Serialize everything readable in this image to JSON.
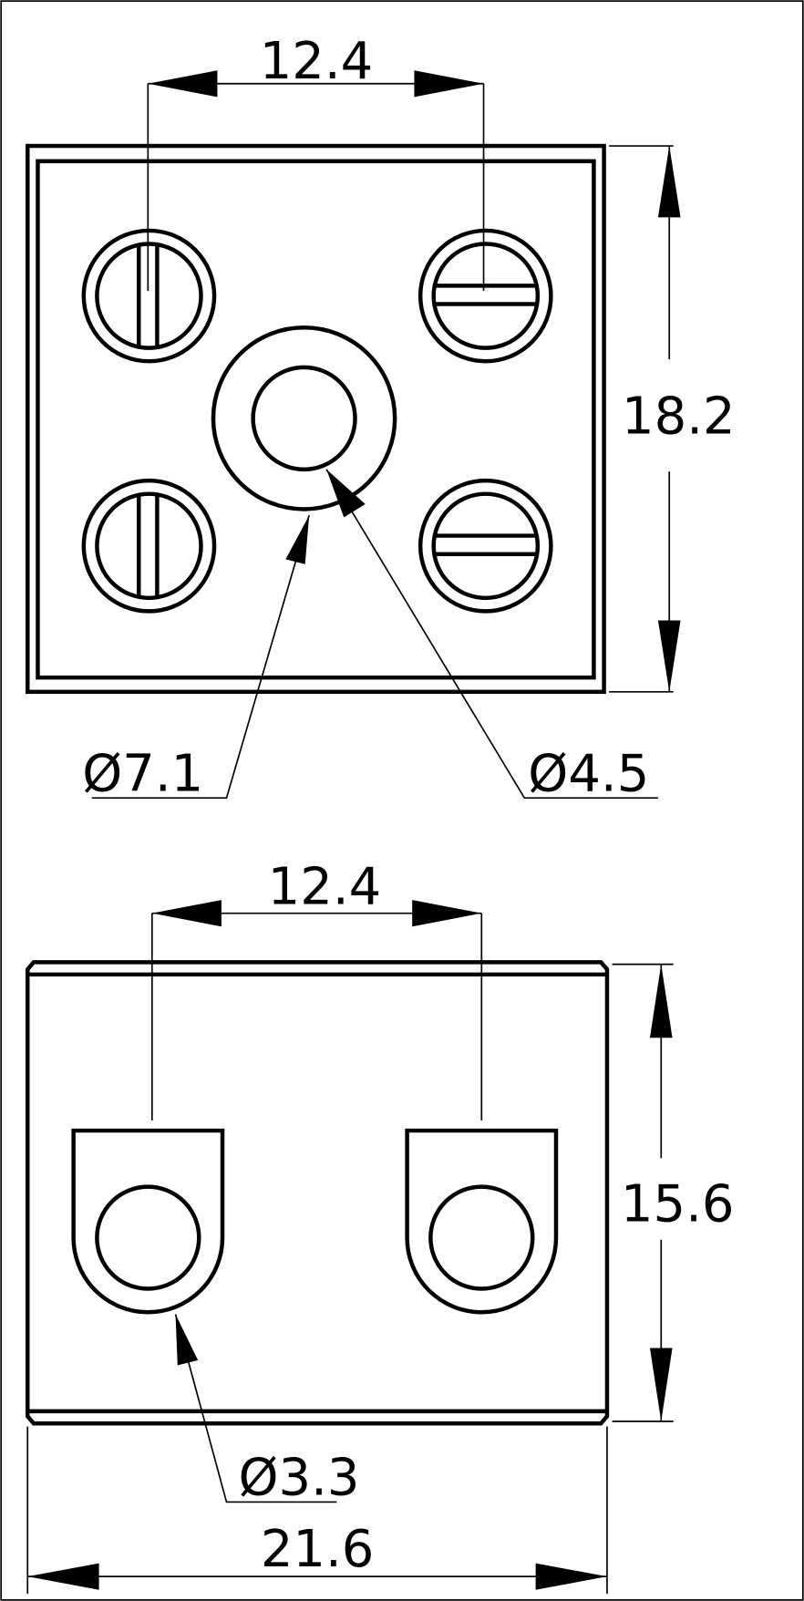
{
  "top_view": {
    "dim_pitch": "12.4",
    "dim_height": "18.2",
    "dim_outer_diameter": "Ø7.1",
    "dim_inner_diameter": "Ø4.5"
  },
  "bottom_view": {
    "dim_pitch": "12.4",
    "dim_height": "15.6",
    "dim_hole_diameter": "Ø3.3",
    "dim_width": "21.6"
  }
}
